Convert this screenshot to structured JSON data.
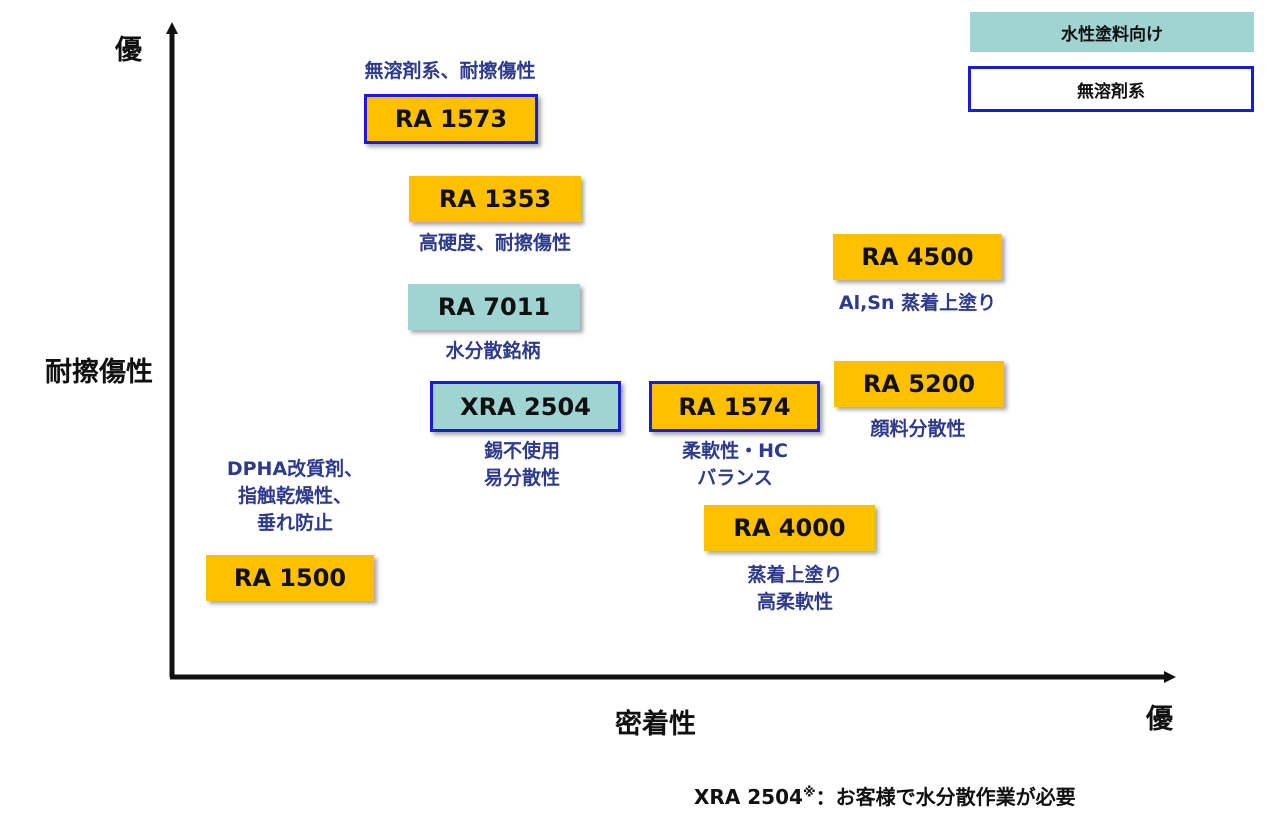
{
  "colors": {
    "solvent_free_border": "#1a1adb",
    "product_fill": "#ffc000",
    "water_based_fill": "#9fd4d2",
    "description_text": "#2e3a8c",
    "axis": "#111111"
  },
  "axes": {
    "y_label": "耐擦傷性",
    "y_high": "優",
    "x_label": "密着性",
    "x_high": "優"
  },
  "legend": {
    "water_based": "水性塗料向け",
    "solvent_free": "無溶剤系"
  },
  "products": [
    {
      "name": "RA 1573",
      "category": "solvent-free",
      "description": [
        "無溶剤系、耐擦傷性"
      ]
    },
    {
      "name": "RA 1353",
      "category": "standard",
      "description": [
        "高硬度、耐擦傷性"
      ]
    },
    {
      "name": "RA 7011",
      "category": "water-based",
      "description": [
        "水分散銘柄"
      ]
    },
    {
      "name": "XRA 2504",
      "category": "water-based-solvent-free",
      "description": [
        "錫不使用",
        "易分散性"
      ]
    },
    {
      "name": "RA 1574",
      "category": "solvent-free",
      "description": [
        "柔軟性・HC",
        "バランス"
      ]
    },
    {
      "name": "RA 1500",
      "category": "standard",
      "description": [
        "DPHA改質剤、",
        "指触乾燥性、",
        "垂れ防止"
      ]
    },
    {
      "name": "RA 4500",
      "category": "standard",
      "description": [
        "Al,Sn 蒸着上塗り"
      ]
    },
    {
      "name": "RA 5200",
      "category": "standard",
      "description": [
        "顔料分散性"
      ]
    },
    {
      "name": "RA 4000",
      "category": "standard",
      "description": [
        "蒸着上塗り",
        "高柔軟性"
      ]
    }
  ],
  "footnote": {
    "product": "XRA 2504",
    "mark": "※",
    "text": "：お客様で水分散作業が必要"
  }
}
